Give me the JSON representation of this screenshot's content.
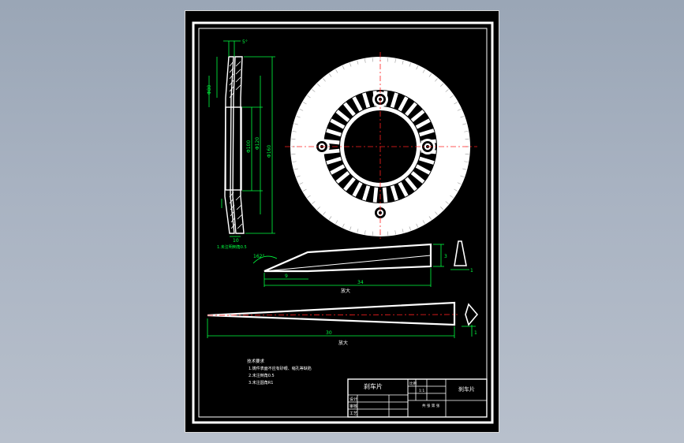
{
  "colors": {
    "outline": "#ffffff",
    "dimension": "#00ff40",
    "centerline": "#ff2020",
    "background": "#000000",
    "desktop": "#a9b3c2"
  },
  "side_view": {
    "dims": [
      "5°",
      "Φ80",
      "Φ100",
      "Φ120",
      "Φ160",
      "10"
    ],
    "note": "1.未注明倒角0.5"
  },
  "fin_section": {
    "angle": "162°",
    "dim_a": "9",
    "dim_b": "34",
    "dim_c": "3",
    "dim_d": "1",
    "label": "放大"
  },
  "blade_section": {
    "dim_len": "30",
    "dim_h": "1",
    "label": "放大"
  },
  "tech_notes": {
    "title": "技术要求",
    "lines": [
      "1.铸件表面不应有砂眼、缩孔等缺陷",
      "2.未注倒角0.5",
      "3.未注圆角R1"
    ]
  },
  "title_block": {
    "part_name": "刹车片",
    "row_labels": [
      "设计",
      "审核",
      "工艺"
    ],
    "right_label": "刹车片",
    "scale_label": "比例",
    "scale": "1:1",
    "sheet_label": "共 张 第 张"
  }
}
